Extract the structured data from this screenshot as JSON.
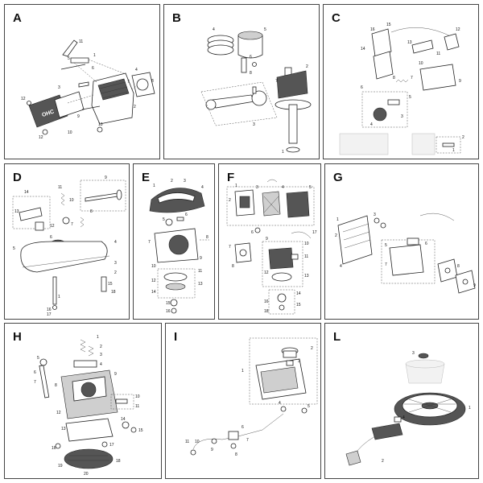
{
  "panels": [
    {
      "letter": "A",
      "callouts": [
        "11",
        "5",
        "1",
        "6",
        "7",
        "8",
        "2",
        "3",
        "4",
        "9",
        "10",
        "12",
        "13",
        "12"
      ],
      "decal": "OHC"
    },
    {
      "letter": "B",
      "callouts": [
        "4",
        "5",
        "6",
        "8",
        "3",
        "7",
        "2",
        "1"
      ]
    },
    {
      "letter": "C",
      "callouts": [
        "16",
        "15",
        "14",
        "13",
        "12",
        "11",
        "10",
        "9",
        "8",
        "7",
        "6",
        "5",
        "4",
        "3",
        "2",
        "1"
      ]
    },
    {
      "letter": "D",
      "callouts": [
        "14",
        "13",
        "12",
        "11",
        "10",
        "9",
        "8",
        "7",
        "6",
        "5",
        "4",
        "3",
        "2",
        "1",
        "15",
        "16",
        "17",
        "18"
      ]
    },
    {
      "letter": "E",
      "callouts": [
        "1",
        "2",
        "3",
        "4",
        "5",
        "6",
        "7",
        "8",
        "9",
        "10",
        "11",
        "12",
        "13",
        "14",
        "15",
        "16"
      ]
    },
    {
      "letter": "F",
      "callouts": [
        "1",
        "2",
        "3",
        "4",
        "5",
        "6",
        "7",
        "8",
        "9",
        "10",
        "11",
        "12",
        "13",
        "14",
        "15",
        "16",
        "17",
        "18"
      ]
    },
    {
      "letter": "G",
      "callouts": [
        "1",
        "2",
        "3",
        "4",
        "5",
        "6",
        "7",
        "8",
        "9"
      ]
    },
    {
      "letter": "H",
      "callouts": [
        "1",
        "2",
        "3",
        "4",
        "5",
        "6",
        "7",
        "8",
        "9",
        "10",
        "11",
        "12",
        "13",
        "14",
        "15",
        "16",
        "17",
        "18",
        "19",
        "20"
      ]
    },
    {
      "letter": "I",
      "callouts": [
        "1",
        "2",
        "3",
        "4",
        "5",
        "6",
        "7",
        "8",
        "9",
        "10",
        "11"
      ]
    },
    {
      "letter": "L",
      "callouts": [
        "3",
        "1",
        "2",
        "4"
      ]
    }
  ]
}
